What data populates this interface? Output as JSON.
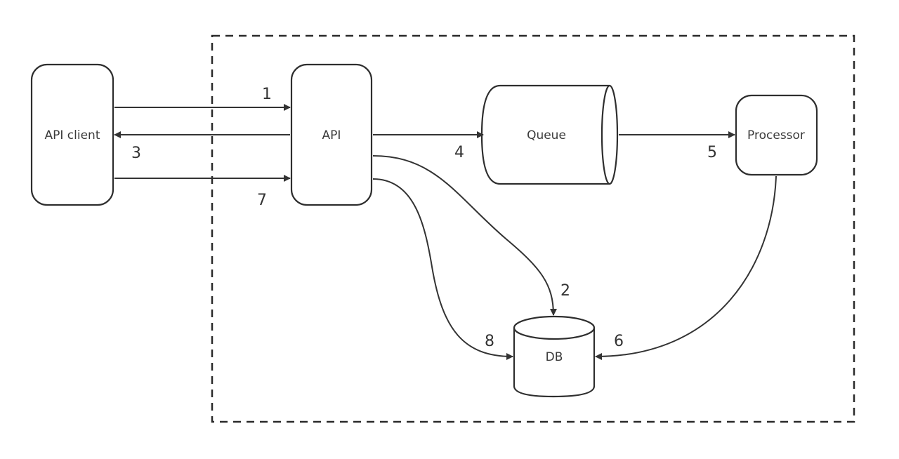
{
  "diagram": {
    "nodes": {
      "api_client": {
        "label": "API client",
        "shape": "rounded-rectangle"
      },
      "api": {
        "label": "API",
        "shape": "rounded-rectangle"
      },
      "queue": {
        "label": "Queue",
        "shape": "horizontal-cylinder"
      },
      "processor": {
        "label": "Processor",
        "shape": "rounded-rectangle"
      },
      "db": {
        "label": "DB",
        "shape": "cylinder"
      }
    },
    "boundary": {
      "style": "dashed",
      "contains": [
        "API",
        "Queue",
        "Processor",
        "DB"
      ]
    },
    "edges": [
      {
        "step": "1",
        "from": "API client",
        "to": "API"
      },
      {
        "step": "2",
        "from": "API",
        "to": "DB"
      },
      {
        "step": "3",
        "from": "API",
        "to": "API client"
      },
      {
        "step": "4",
        "from": "API",
        "to": "Queue"
      },
      {
        "step": "5",
        "from": "Queue",
        "to": "Processor"
      },
      {
        "step": "6",
        "from": "Processor",
        "to": "DB"
      },
      {
        "step": "7",
        "from": "API client",
        "to": "API"
      },
      {
        "step": "8",
        "from": "API",
        "to": "DB"
      }
    ],
    "colors": {
      "stroke": "#333333",
      "background": "#ffffff"
    }
  }
}
